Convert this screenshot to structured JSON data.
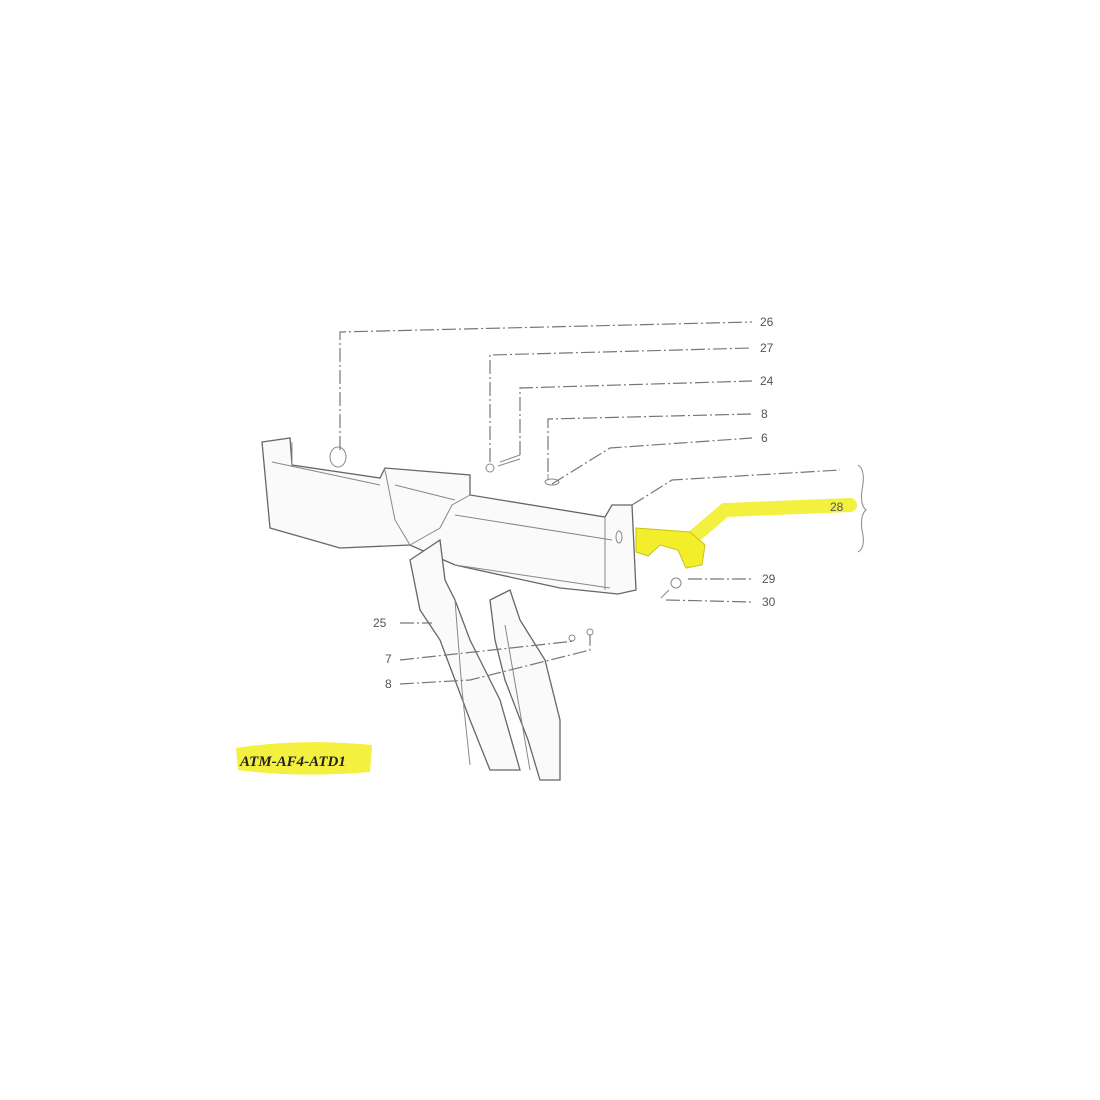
{
  "diagram": {
    "part_code": "ATM-AF4-ATD1",
    "callouts": {
      "c26": "26",
      "c27": "27",
      "c24": "24",
      "c8_top": "8",
      "c6": "6",
      "c28": "28",
      "c29": "29",
      "c30": "30",
      "c25": "25",
      "c7": "7",
      "c8_bottom": "8"
    },
    "highlight_color": "#f2ee2a"
  }
}
